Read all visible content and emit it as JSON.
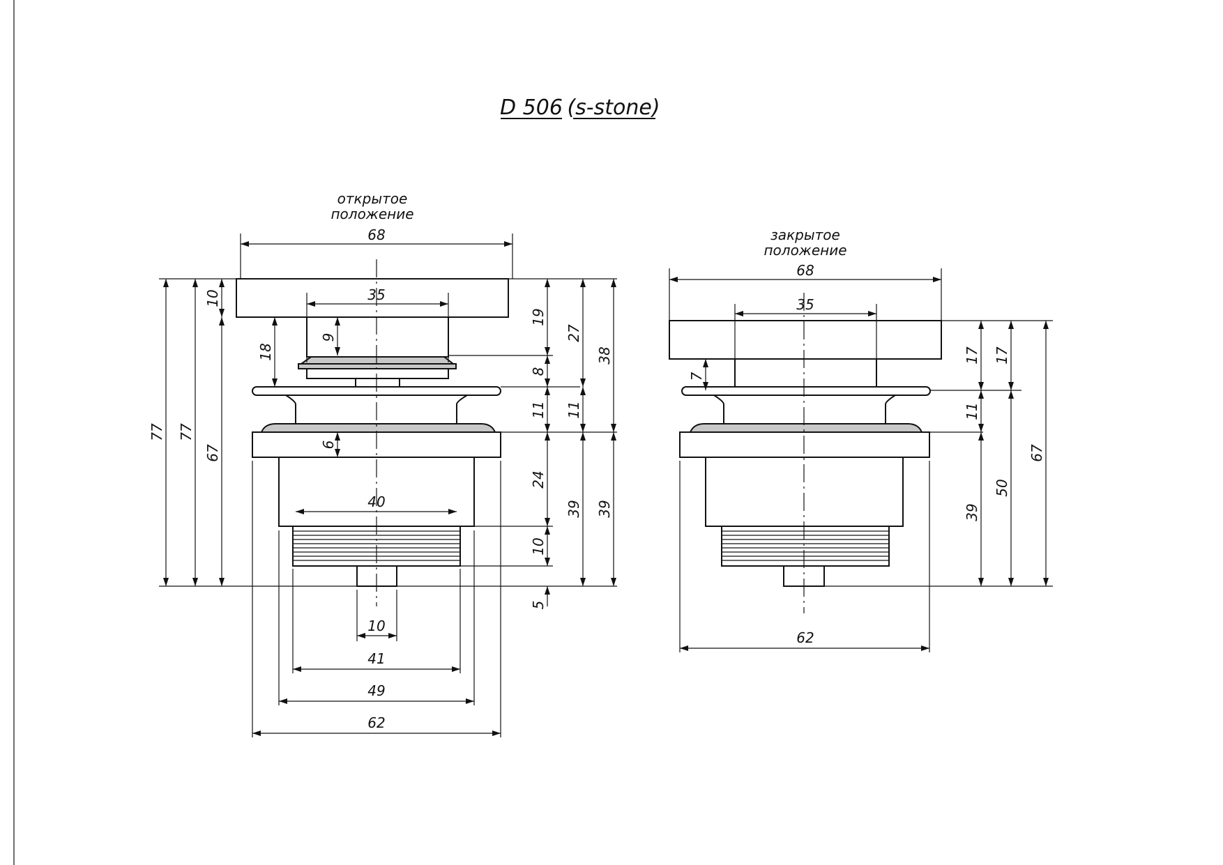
{
  "title_model": "D 506",
  "title_variant": "(s-stone)",
  "open_view": {
    "caption_line1": "открытое",
    "caption_line2": "положение",
    "dims": {
      "d68": "68",
      "d35": "35",
      "d40": "40",
      "d10": "10",
      "d41": "41",
      "d49": "49",
      "d62": "62",
      "v10": "10",
      "v18": "18",
      "v9": "9",
      "v6": "6",
      "v77a": "77",
      "v77b": "77",
      "v67": "67",
      "v19": "19",
      "v8": "8",
      "v11a": "11",
      "v24": "24",
      "v10b": "10",
      "v5": "5",
      "v27": "27",
      "v11b": "11",
      "v39a": "39",
      "v38": "38",
      "v39b": "39"
    }
  },
  "closed_view": {
    "caption_line1": "закрытое",
    "caption_line2": "положение",
    "dims": {
      "d68": "68",
      "d35": "35",
      "d62": "62",
      "v7": "7",
      "v17a": "17",
      "v11": "11",
      "v39": "39",
      "v17b": "17",
      "v50": "50",
      "v67": "67"
    }
  }
}
